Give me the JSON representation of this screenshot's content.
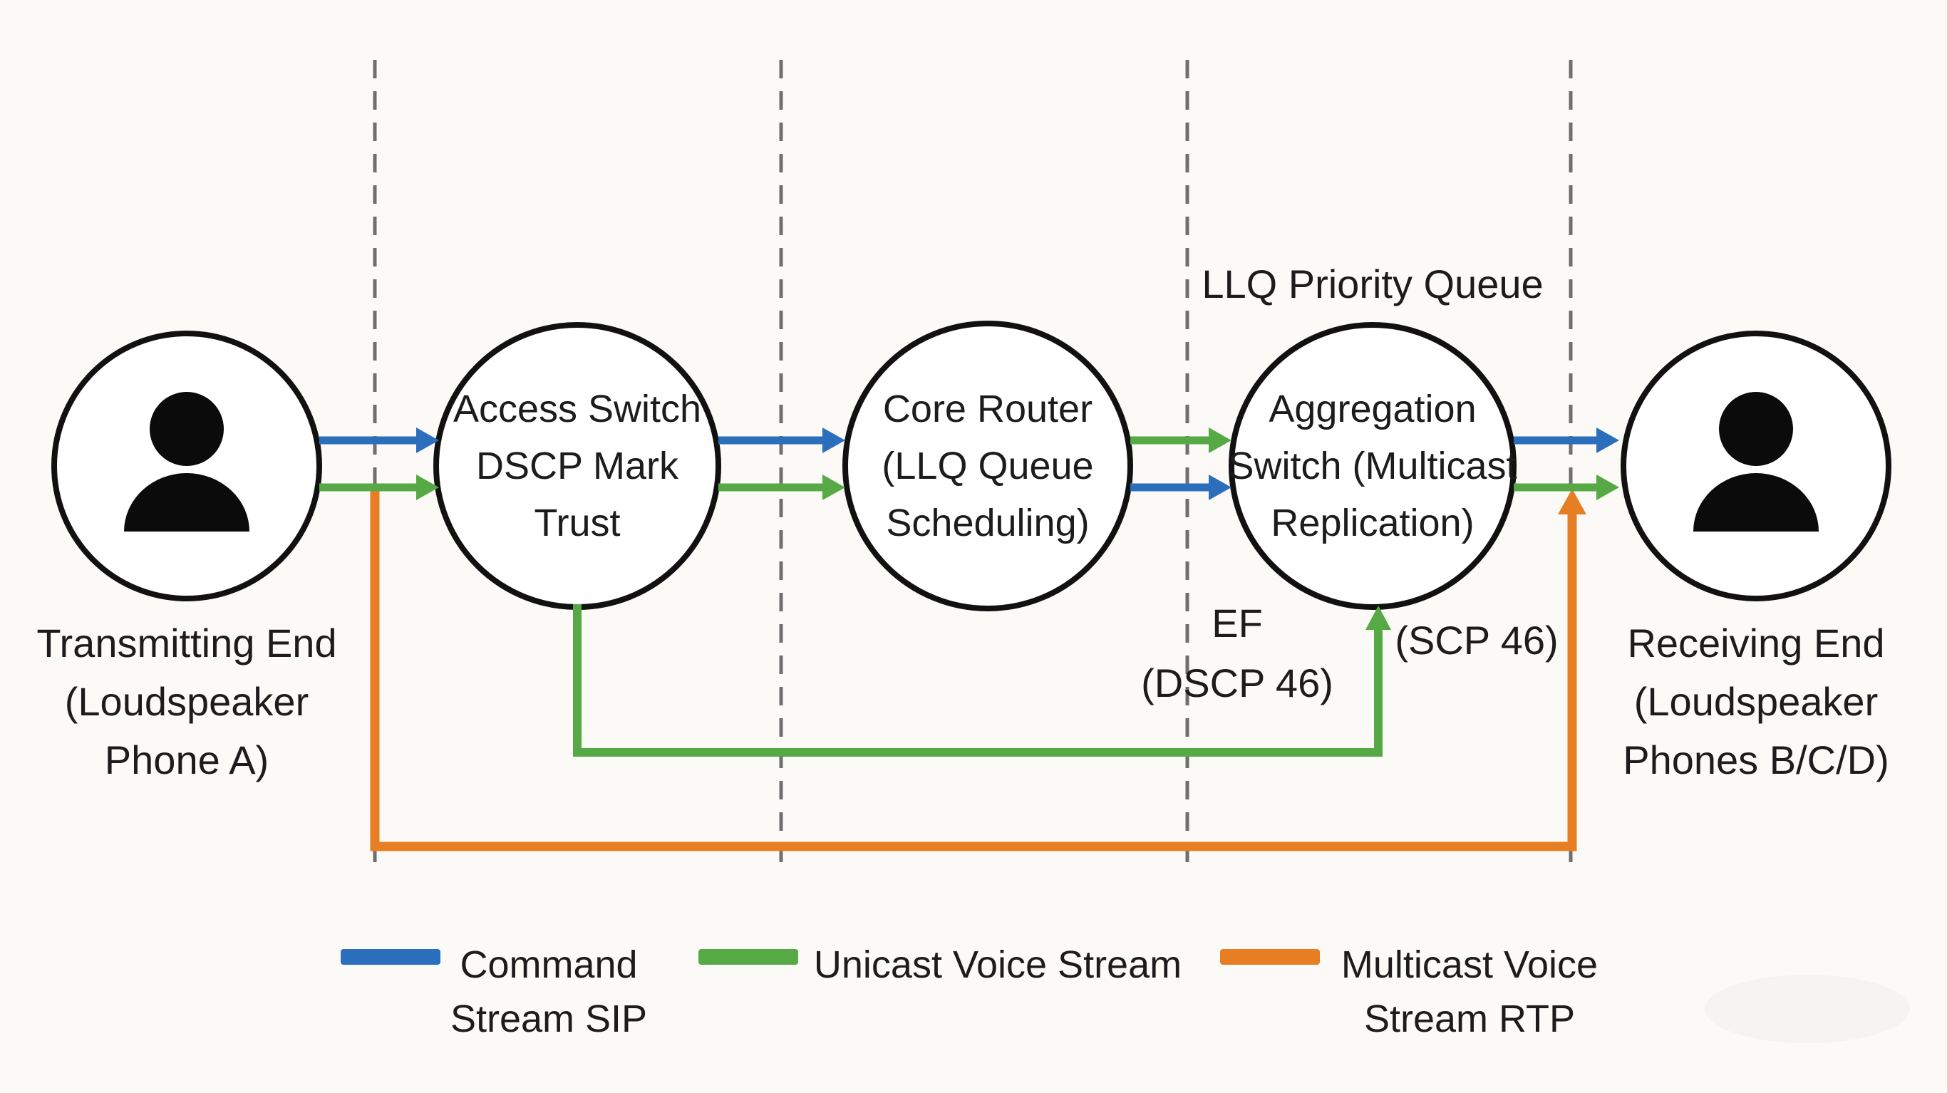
{
  "colors": {
    "command_blue": "#2B6FBC",
    "unicast_green": "#56A945",
    "multicast_orange": "#E87E23",
    "divider_gray": "#6F6F6F",
    "outline_black": "#111111",
    "text_black": "#1C1C1C",
    "background": "#FBFAF7"
  },
  "nodes": {
    "transmitting_end": {
      "icon": "person-icon",
      "caption": [
        "Transmitting End",
        "(Loudspeaker",
        "Phone A)"
      ]
    },
    "access_switch": {
      "label": [
        "Access Switch",
        "DSCP Mark",
        "Trust"
      ]
    },
    "core_router": {
      "label": [
        "Core Router",
        "(LLQ Queue",
        "Scheduling)"
      ]
    },
    "aggregation_switch": {
      "label": [
        "Aggregation",
        "Switch (Multicast",
        "Replication)"
      ],
      "caption_above": "LLQ Priority Queue"
    },
    "receiving_end": {
      "icon": "person-icon",
      "caption": [
        "Receiving End",
        "(Loudspeaker",
        "Phones B/C/D)"
      ]
    }
  },
  "annotations": {
    "ef_marking": [
      "EF",
      "(DSCP 46)"
    ],
    "scp_marking": "(SCP 46)"
  },
  "legend": {
    "items": [
      {
        "swatch_color": "command_blue",
        "label": [
          "Command",
          "Stream SIP"
        ]
      },
      {
        "swatch_color": "unicast_green",
        "label": [
          "Unicast Voice Stream"
        ]
      },
      {
        "swatch_color": "multicast_orange",
        "label": [
          "Multicast Voice",
          "Stream RTP"
        ]
      }
    ]
  }
}
